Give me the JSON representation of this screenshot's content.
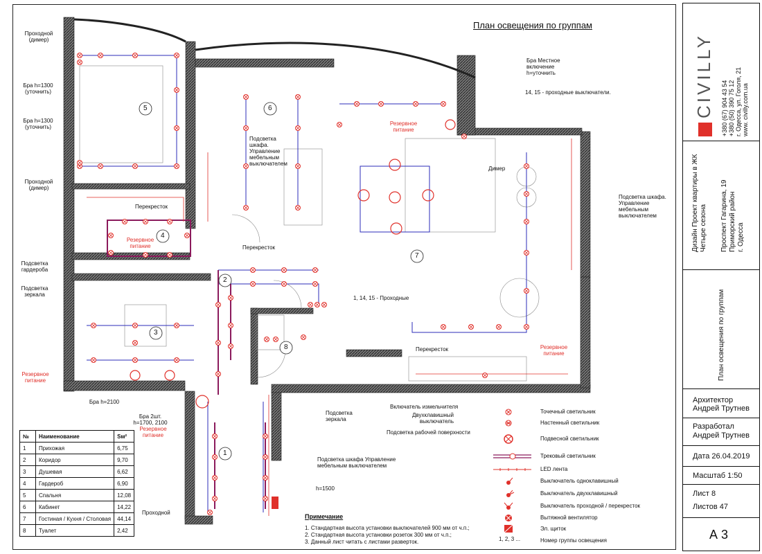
{
  "title": "План освещения по группам",
  "stamp": {
    "brand": "CIVILLY",
    "contacts": [
      "+380 (67) 904 43 54",
      "+380 (50) 390 75 12",
      "г. Одесса, ул. Гоголя, 21",
      "www. civilly.com.ua"
    ],
    "project_title": "Дизайн Проект квартиры в ЖК Четыре сезона",
    "address": [
      "Проспект Гагарина, 19",
      "Приморский район",
      "г. Одесса"
    ],
    "sheet_title": "План освещения по группам",
    "architect": [
      "Архитектор",
      "Андрей Трутнев"
    ],
    "developer": [
      "Разработал",
      "Андрей Трутнев"
    ],
    "date": "Дата 26.04.2019",
    "scale": "Масштаб 1:50",
    "sheet": "Лист 8",
    "sheets": "Листов 47",
    "format": "А 3"
  },
  "rooms_table": {
    "headers": [
      "№",
      "Наименование",
      "Sм²"
    ],
    "rows": [
      [
        "1",
        "Прихожая",
        "6,75"
      ],
      [
        "2",
        "Коридор",
        "9,70"
      ],
      [
        "3",
        "Душевая",
        "6,62"
      ],
      [
        "4",
        "Гардероб",
        "6,90"
      ],
      [
        "5",
        "Спальня",
        "12,08"
      ],
      [
        "6",
        "Кабинет",
        "14,22"
      ],
      [
        "7",
        "Гостиная / Кухня / Столовая",
        "44,14"
      ],
      [
        "8",
        "Туалет",
        "2,42"
      ]
    ]
  },
  "legend": [
    "Точечный светильник",
    "Настенный светильник",
    "Подвесной светильник",
    "Трековый светильник",
    "LED лента",
    "Выключатель одноклавишный",
    "Выключатель двухклавишный",
    "Выключатель проходной / перекресток",
    "Вытяжной вентилятор",
    "Эл. щиток",
    "Номер группы освещения"
  ],
  "legend_number_sample": "1, 2, 3 ...",
  "notes": {
    "title": "Примечание",
    "items": [
      "1. Стандартная высота установки выключателей 900 мм от ч.п.;",
      "2. Стандартная высота установки розеток 300 мм от ч.п.;",
      "3. Данный лист читать с листами разверток."
    ]
  },
  "room_numbers": [
    "1",
    "2",
    "3",
    "4",
    "5",
    "6",
    "7",
    "8"
  ],
  "annotations": {
    "passage_dimmer_1": "Проходной (димер)",
    "bra_1300_1": "Бра h=1300 (уточнить)",
    "bra_1300_2": "Бра h=1300 (уточнить)",
    "passage_dimmer_2": "Проходной (димер)",
    "wardrobe_light": "Подсветка гардероба",
    "mirror_light_1": "Подсветка зеркала",
    "reserve_1": "Резервное питание",
    "bra_2100": "Бра h=2100",
    "bra_2pcs": "Бра 2шт. h=1700, 2100",
    "reserve_2": "Резервное питание",
    "passage_1": "Проходной",
    "crossing_1": "Перекресток",
    "crossing_2": "Перекресток",
    "reserve_3": "Резервное питание",
    "cabinet_light": "Подсветка шкафа. Управление мебельным выключателем",
    "bra_local": "Бра Местное включение h=уточнить",
    "pass_14_15": "14, 15 - проходные выключатели.",
    "reserve_4": "Резервное питание",
    "dimmer": "Димер",
    "cabinet_light_2": "Подсветка шкафа. Управление мебельным выключателем",
    "pass_1_14_15": "1, 14, 15 - Проходные",
    "crossing_3": "Перекресток",
    "reserve_5": "Резервное питание",
    "switch_grinder": "Включатель измельчителя",
    "double_switch": "Двухклавишный выключатель",
    "worktop_light": "Подсветка рабочей поверхности",
    "mirror_light_2": "Подсветка зеркала",
    "cabinet_light_3": "Подсветка шкафа Управление мебельным выключателем",
    "h1500": "h=1500"
  },
  "colors": {
    "wall": "#555555",
    "circuit": "#2b2bb8",
    "fixture": "#e0302a",
    "group": "#8b1a5c",
    "accent": "#e0302a"
  }
}
